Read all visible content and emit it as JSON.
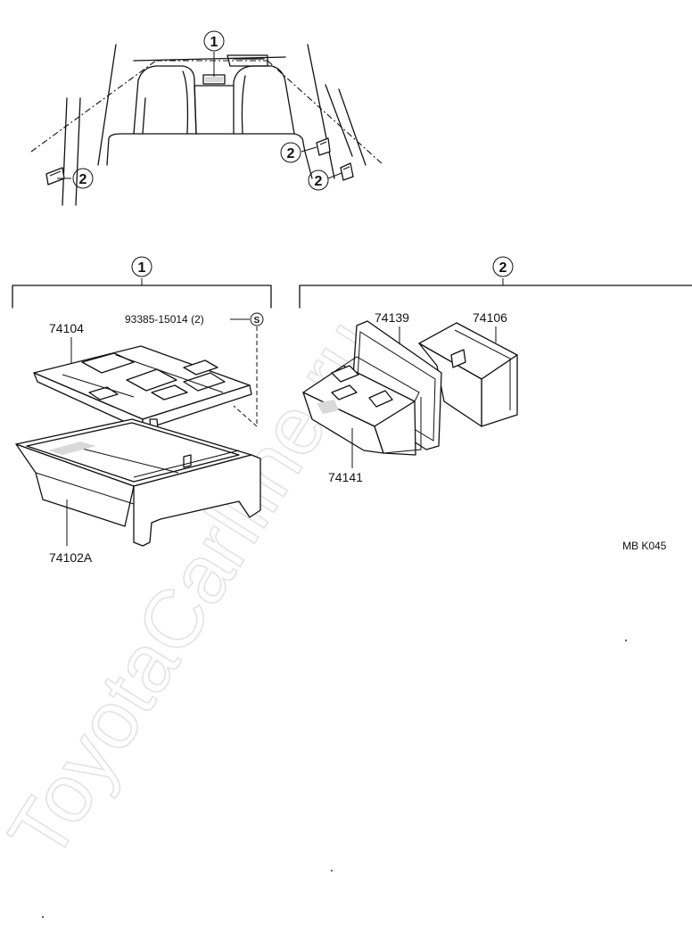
{
  "callouts": {
    "top_1": "1",
    "top_2a": "2",
    "top_2b": "2",
    "top_2c": "2",
    "group_1": "1",
    "group_2": "2"
  },
  "parts": {
    "p74104": "74104",
    "p93385": "93385-15014 (2)",
    "screw_symbol": "S",
    "p74102A": "74102A",
    "p74139": "74139",
    "p74106": "74106",
    "p74141": "74141"
  },
  "diagram_code": "MB  K045",
  "watermark": "ToyotaCarlline.ru"
}
